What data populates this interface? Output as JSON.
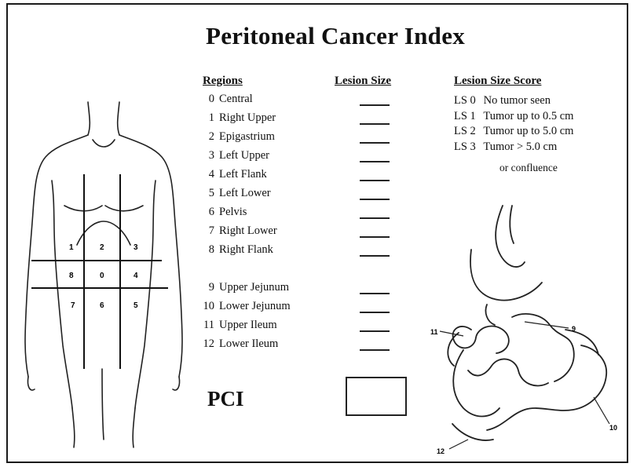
{
  "title": "Peritoneal Cancer Index",
  "headers": {
    "regions": "Regions",
    "lesion_size": "Lesion Size",
    "lesion_size_score": "Lesion Size Score"
  },
  "regions": [
    {
      "num": "0",
      "name": "Central"
    },
    {
      "num": "1",
      "name": "Right Upper"
    },
    {
      "num": "2",
      "name": "Epigastrium"
    },
    {
      "num": "3",
      "name": "Left Upper"
    },
    {
      "num": "4",
      "name": "Left Flank"
    },
    {
      "num": "5",
      "name": "Left Lower"
    },
    {
      "num": "6",
      "name": "Pelvis"
    },
    {
      "num": "7",
      "name": "Right Lower"
    },
    {
      "num": "8",
      "name": "Right Flank"
    },
    {
      "num": "9",
      "name": "Upper Jejunum"
    },
    {
      "num": "10",
      "name": "Lower Jejunum"
    },
    {
      "num": "11",
      "name": "Upper Ileum"
    },
    {
      "num": "12",
      "name": "Lower Ileum"
    }
  ],
  "lesion_size_scores": [
    {
      "code": "LS 0",
      "desc": "No tumor seen"
    },
    {
      "code": "LS 1",
      "desc": "Tumor up to 0.5 cm"
    },
    {
      "code": "LS 2",
      "desc": "Tumor up to 5.0 cm"
    },
    {
      "code": "LS 3",
      "desc": "Tumor > 5.0 cm"
    }
  ],
  "score_note": "or confluence",
  "pci_label": "PCI",
  "body_region_labels": [
    "1",
    "2",
    "3",
    "8",
    "0",
    "4",
    "7",
    "6",
    "5"
  ],
  "intestine_labels": {
    "upper_ileum": "11",
    "upper_jejunum": "9",
    "lower_jejunum": "10",
    "lower_ileum": "12"
  }
}
